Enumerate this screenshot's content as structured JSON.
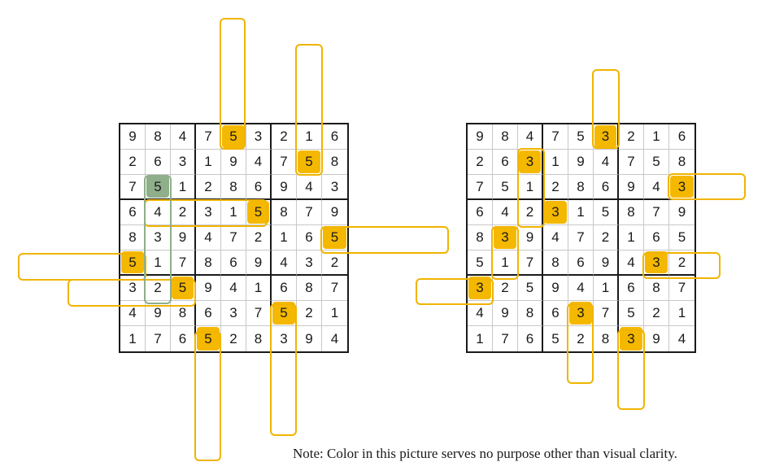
{
  "colors": {
    "highlight_yellow": "#f5b800",
    "highlight_green": "#8fae8a",
    "outline_yellow": "#f0b400",
    "outline_green": "#8fae8a"
  },
  "boards": [
    {
      "name": "left-board",
      "grid": [
        [
          9,
          8,
          4,
          7,
          5,
          3,
          2,
          1,
          6
        ],
        [
          2,
          6,
          3,
          1,
          9,
          4,
          7,
          5,
          8
        ],
        [
          7,
          5,
          1,
          2,
          8,
          6,
          9,
          4,
          3
        ],
        [
          6,
          4,
          2,
          3,
          1,
          5,
          8,
          7,
          9
        ],
        [
          8,
          3,
          9,
          4,
          7,
          2,
          1,
          6,
          5
        ],
        [
          5,
          1,
          7,
          8,
          6,
          9,
          4,
          3,
          2
        ],
        [
          3,
          2,
          5,
          9,
          4,
          1,
          6,
          8,
          7
        ],
        [
          4,
          9,
          8,
          6,
          3,
          7,
          5,
          2,
          1
        ],
        [
          1,
          7,
          6,
          5,
          2,
          8,
          3,
          9,
          4
        ]
      ],
      "highlighted_digit": 5,
      "yellow_cells": [
        [
          0,
          4
        ],
        [
          1,
          7
        ],
        [
          3,
          5
        ],
        [
          4,
          8
        ],
        [
          5,
          0
        ],
        [
          6,
          2
        ],
        [
          7,
          6
        ],
        [
          8,
          3
        ]
      ],
      "green_cells": [
        [
          2,
          1
        ]
      ]
    },
    {
      "name": "right-board",
      "grid": [
        [
          9,
          8,
          4,
          7,
          5,
          3,
          2,
          1,
          6
        ],
        [
          2,
          6,
          3,
          1,
          9,
          4,
          7,
          5,
          8
        ],
        [
          7,
          5,
          1,
          2,
          8,
          6,
          9,
          4,
          3
        ],
        [
          6,
          4,
          2,
          3,
          1,
          5,
          8,
          7,
          9
        ],
        [
          8,
          3,
          9,
          4,
          7,
          2,
          1,
          6,
          5
        ],
        [
          5,
          1,
          7,
          8,
          6,
          9,
          4,
          3,
          2
        ],
        [
          3,
          2,
          5,
          9,
          4,
          1,
          6,
          8,
          7
        ],
        [
          4,
          9,
          8,
          6,
          3,
          7,
          5,
          2,
          1
        ],
        [
          1,
          7,
          6,
          5,
          2,
          8,
          3,
          9,
          4
        ]
      ],
      "highlighted_digit": 3,
      "yellow_cells": [
        [
          0,
          5
        ],
        [
          1,
          2
        ],
        [
          2,
          8
        ],
        [
          3,
          3
        ],
        [
          4,
          1
        ],
        [
          5,
          7
        ],
        [
          6,
          0
        ],
        [
          7,
          4
        ],
        [
          8,
          6
        ]
      ],
      "green_cells": []
    }
  ],
  "note": "Note: Color in this picture serves no purpose other than visual clarity."
}
